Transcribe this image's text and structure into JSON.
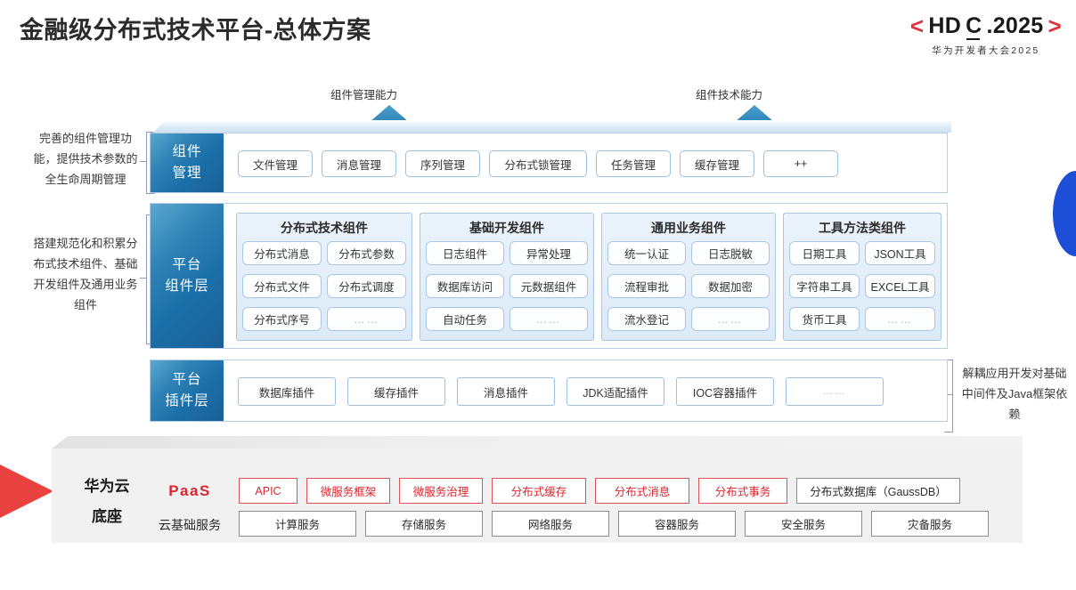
{
  "header": {
    "title": "金融级分布式技术平台-总体方案",
    "logo": {
      "bracket_left": "<",
      "text_hd": "HD",
      "text_c": "C",
      "text_rest": ".2025",
      "bracket_right": ">",
      "subtitle": "华为开发者大会2025",
      "bracket_color": "#e0323c"
    }
  },
  "arrows": [
    {
      "label": "组件管理能力"
    },
    {
      "label": "组件技术能力"
    }
  ],
  "notes": {
    "left_top": "完善的组件管理功能，提供技术参数的全生命周期管理",
    "left_bottom": "搭建规范化和积累分布式技术组件、基础开发组件及通用业务组件",
    "right": "解耦应用开发对基础中间件及Java框架依赖"
  },
  "layers": {
    "component_management": {
      "label": "组件\n管理",
      "label_line1": "组件",
      "label_line2": "管理",
      "items": [
        "文件管理",
        "消息管理",
        "序列管理",
        "分布式锁管理",
        "任务管理",
        "缓存管理",
        "++"
      ]
    },
    "platform_component": {
      "label_line1": "平台",
      "label_line2": "组件层",
      "groups": [
        {
          "title": "分布式技术组件",
          "cells": [
            "分布式消息",
            "分布式参数",
            "分布式文件",
            "分布式调度",
            "分布式序号",
            "……"
          ]
        },
        {
          "title": "基础开发组件",
          "cells": [
            "日志组件",
            "异常处理",
            "数据库访问",
            "元数据组件",
            "自动任务",
            "……"
          ]
        },
        {
          "title": "通用业务组件",
          "cells": [
            "统一认证",
            "日志脱敏",
            "流程审批",
            "数据加密",
            "流水登记",
            "……"
          ]
        },
        {
          "title": "工具方法类组件",
          "cells": [
            "日期工具",
            "JSON工具",
            "字符串工具",
            "EXCEL工具",
            "货币工具",
            "……"
          ]
        }
      ]
    },
    "platform_plugin": {
      "label_line1": "平台",
      "label_line2": "插件层",
      "items": [
        "数据库插件",
        "缓存插件",
        "消息插件",
        "JDK适配插件",
        "IOC容器插件",
        "……"
      ]
    }
  },
  "base": {
    "title_line1": "华为云",
    "title_line2": "底座",
    "rows": [
      {
        "label": "PaaS",
        "style": "paas",
        "items": [
          {
            "text": "APIC",
            "style": "red"
          },
          {
            "text": "微服务框架",
            "style": "red"
          },
          {
            "text": "微服务治理",
            "style": "red"
          },
          {
            "text": "分布式缓存",
            "style": "red"
          },
          {
            "text": "分布式消息",
            "style": "red"
          },
          {
            "text": "分布式事务",
            "style": "red"
          },
          {
            "text": "分布式数据库（GaussDB）",
            "style": "gray"
          }
        ]
      },
      {
        "label": "云基础服务",
        "style": "normal",
        "items": [
          {
            "text": "计算服务",
            "style": "gray2"
          },
          {
            "text": "存储服务",
            "style": "gray2"
          },
          {
            "text": "网络服务",
            "style": "gray2"
          },
          {
            "text": "容器服务",
            "style": "gray2"
          },
          {
            "text": "安全服务",
            "style": "gray2"
          },
          {
            "text": "灾备服务",
            "style": "gray2"
          }
        ]
      }
    ]
  },
  "colors": {
    "accent_blue": "#1b6fa8",
    "accent_red": "#d7272f",
    "decoration_blue": "#1d4ed8",
    "decoration_red": "#e8413f"
  }
}
